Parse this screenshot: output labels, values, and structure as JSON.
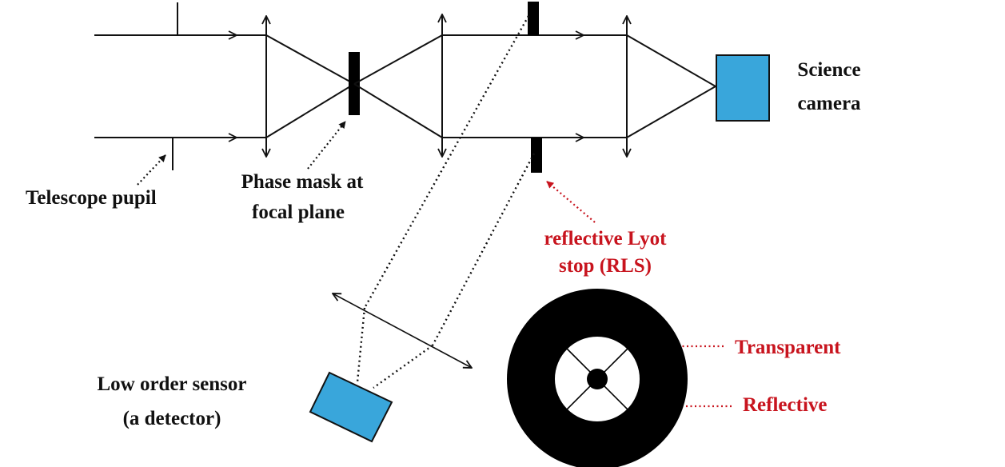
{
  "colors": {
    "ink": "#111111",
    "accent_red": "#c8141e",
    "detector_blue": "#39a6db",
    "stop_black": "#000000"
  },
  "labels": {
    "telescope_pupil": "Telescope pupil",
    "phase_mask_line1": "Phase mask at",
    "phase_mask_line2": "focal plane",
    "science_camera_line1": "Science",
    "science_camera_line2": "camera",
    "rls_line1": "reflective Lyot",
    "rls_line2": "stop (RLS)",
    "low_order_line1": "Low order sensor",
    "low_order_line2": "(a detector)",
    "transparent": "Transparent",
    "reflective": "Reflective"
  }
}
